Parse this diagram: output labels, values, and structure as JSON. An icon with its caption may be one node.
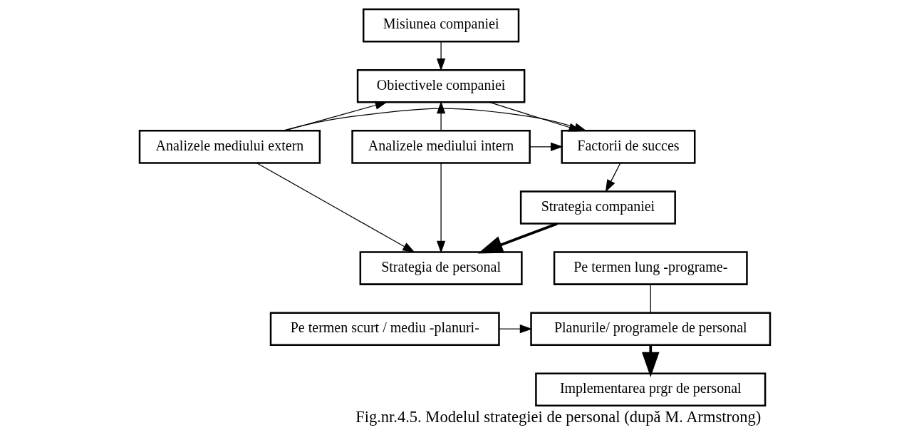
{
  "diagram": {
    "caption": "Fig.nr.4.5. Modelul strategiei de personal (după M. Armstrong)",
    "nodes": [
      {
        "text": [
          "Misiunea companiei"
        ]
      },
      {
        "text": [
          "Obiectivele companiei"
        ]
      },
      {
        "text": [
          "Analizele mediului intern"
        ]
      },
      {
        "text": [
          "Factorii de succes"
        ]
      },
      {
        "text": [
          "Analizele mediului extern"
        ]
      },
      {
        "text": [
          "Strategia companiei"
        ]
      },
      {
        "text": [
          "Strategia de personal"
        ]
      },
      {
        "text": [
          "Pe termen lung -programe-"
        ]
      },
      {
        "text": [
          "Pe termen scurt / mediu -planuri-"
        ]
      },
      {
        "text": [
          "Planurile/ programele de personal"
        ]
      },
      {
        "text": [
          "Implementarea prgr de personal"
        ]
      }
    ],
    "edges": [
      {
        "from": 0,
        "to": 1,
        "arrow": "to"
      },
      {
        "from": 2,
        "to": 1,
        "arrow": "to"
      },
      {
        "from": 4,
        "to": 1,
        "arrow": "to"
      },
      {
        "from": 1,
        "to": 3,
        "arrow": "to"
      },
      {
        "from": 2,
        "to": 3,
        "arrow": "to"
      },
      {
        "from": 4,
        "to": 3,
        "arrow": "to"
      },
      {
        "from": 3,
        "to": 5,
        "arrow": "to"
      },
      {
        "from": 5,
        "to": 6,
        "arrow": "to",
        "style": "thick"
      },
      {
        "from": 2,
        "to": 6,
        "arrow": "to"
      },
      {
        "from": 4,
        "to": 6,
        "arrow": "to"
      },
      {
        "from": 8,
        "to": 9,
        "arrow": "to"
      },
      {
        "from": 7,
        "to": 9,
        "arrow": "none"
      },
      {
        "from": 9,
        "to": 10,
        "arrow": "to",
        "style": "thick"
      }
    ]
  }
}
